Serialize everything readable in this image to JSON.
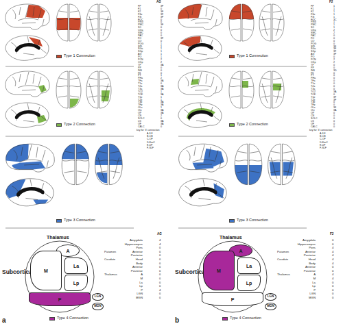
{
  "diagram": {
    "nodes": [
      {
        "text": [
          "A"
        ]
      },
      {
        "text": [
          "La"
        ]
      },
      {
        "text": [
          "M"
        ]
      },
      {
        "text": [
          "Lp"
        ]
      },
      {
        "text": [
          "P"
        ]
      },
      {
        "text": [
          "LGN"
        ]
      },
      {
        "text": [
          "MGN"
        ]
      },
      {
        "text": [
          "A"
        ]
      },
      {
        "text": [
          "La"
        ]
      },
      {
        "text": [
          "M"
        ]
      },
      {
        "text": [
          "Lp"
        ]
      },
      {
        "text": [
          "P"
        ]
      },
      {
        "text": [
          "LGN"
        ]
      },
      {
        "text": [
          "MGN"
        ]
      }
    ],
    "labels": [
      "AG",
      "FP",
      "3F",
      "F1",
      "0",
      "F2",
      "3F",
      "F3o",
      "3F",
      "F3t",
      "3F",
      "FOC",
      "0",
      "PRG",
      "0",
      "PMC",
      "3F",
      "SC",
      "0",
      "CGa",
      "0",
      "SMC",
      "0",
      "PAC",
      "0",
      "FO",
      "3F",
      "CO",
      "0",
      "POG",
      "1",
      "SPL",
      "1",
      "SGa",
      "1",
      "SGp",
      "1",
      "AG",
      "1",
      "PO",
      "1",
      "PCN",
      "2",
      "CGp",
      "2",
      "TP",
      "3A",
      "PP",
      "0",
      "INS",
      "0",
      "H1",
      "0",
      "PT",
      "1",
      "PHa",
      "2",
      "TFa",
      "3A",
      "T1a",
      "0",
      "T2a",
      "3A",
      "T3a",
      "3A",
      "TO2",
      "1",
      "TOF",
      "3A",
      "T1p",
      "1",
      "T2p",
      "1",
      "T3p",
      "3A",
      "TFp",
      "3A",
      "OLs",
      "1",
      "OLi",
      "3A",
      "OP",
      "3A",
      "CN",
      "2",
      "SCLC",
      "0",
      "LG",
      "3A",
      "OF",
      "3A",
      "CALC",
      "0",
      "key for '3' connection",
      "A-ILF",
      "B-CB",
      "C-OF",
      "D-EmC",
      "E-UF",
      "F-SLF",
      "Subcortical",
      "Thalamus",
      "AG",
      "Amygdala",
      "4",
      "Hippocampus",
      "4",
      "Pons",
      "0",
      "Putamen",
      "Anterior",
      "0",
      "Posterior",
      "0",
      "Caudate",
      "Head",
      "0",
      "Body",
      "0",
      "Anterior",
      "0",
      "Posterior",
      "0",
      "Thalamus",
      "A",
      "0",
      "M",
      "0",
      "La",
      "0",
      "Lp",
      "0",
      "P",
      "4",
      "LGN",
      "0",
      "MGN",
      "0",
      "a",
      "F2",
      "FP",
      "1",
      "F1",
      "1",
      "F2",
      "1",
      "F3o",
      "1",
      "F3t",
      "1",
      "FOC",
      "3C",
      "PRG",
      "1",
      "PMC",
      "1",
      "SC",
      "1",
      "CGa",
      "2",
      "SMC",
      "2",
      "PAC",
      "0",
      "FO",
      "0",
      "CO",
      "0",
      "POG",
      "0",
      "SPL",
      "3F",
      "SGa",
      "3F",
      "SGp",
      "3F",
      "AG",
      "3F",
      "PO",
      "0",
      "PCN",
      "2",
      "CGp",
      "2",
      "TP",
      "0",
      "PP",
      "0",
      "INS",
      "3D",
      "H1",
      "0",
      "PT",
      "0",
      "PHa",
      "0",
      "TFa",
      "0",
      "T1a",
      "0",
      "T2a",
      "0",
      "T3a",
      "0",
      "TO2",
      "3A",
      "TOF",
      "0",
      "T1p",
      "3F",
      "T2p",
      "3F",
      "T3p",
      "0",
      "TFp",
      "0",
      "OLs",
      "3F",
      "OLi",
      "3A",
      "OP",
      "0",
      "CN",
      "0",
      "SCLC",
      "0",
      "LG",
      "0",
      "OF",
      "0",
      "CALC",
      "0",
      "key for '3' connection",
      "A-ILF",
      "B-CB",
      "C-OF",
      "D-EmC",
      "E-UF",
      "F-SLF",
      "Subcortical",
      "Thalamus",
      "F2",
      "Amygdala",
      "0",
      "Hippocampus",
      "0",
      "Pons",
      "4",
      "Putamen",
      "Anterior",
      "4",
      "Posterior",
      "4",
      "Caudate",
      "Head",
      "4",
      "Body",
      "4",
      "Anterior",
      "0",
      "Posterior",
      "0",
      "Thalamus",
      "A",
      "4",
      "M",
      "4",
      "La",
      "0",
      "Lp",
      "0",
      "P",
      "0",
      "LGN",
      "0",
      "MGN",
      "0",
      "b"
    ],
    "legend": [
      {
        "text": "Type 1 Connection",
        "color": "#c8472b"
      },
      {
        "text": "Type 2 Connection",
        "color": "#7db64a"
      },
      {
        "text": "Type 3 Connection",
        "color": "#3d72c4"
      },
      {
        "text": "Type 4 Connection",
        "color": "#a8289a"
      },
      {
        "text": "Type 1 Connection",
        "color": "#c8472b"
      },
      {
        "text": "Type 2 Connection",
        "color": "#7db64a"
      },
      {
        "text": "Type 3 Connection",
        "color": "#3d72c4"
      },
      {
        "text": "Type 4 Connection",
        "color": "#a8289a"
      }
    ]
  }
}
